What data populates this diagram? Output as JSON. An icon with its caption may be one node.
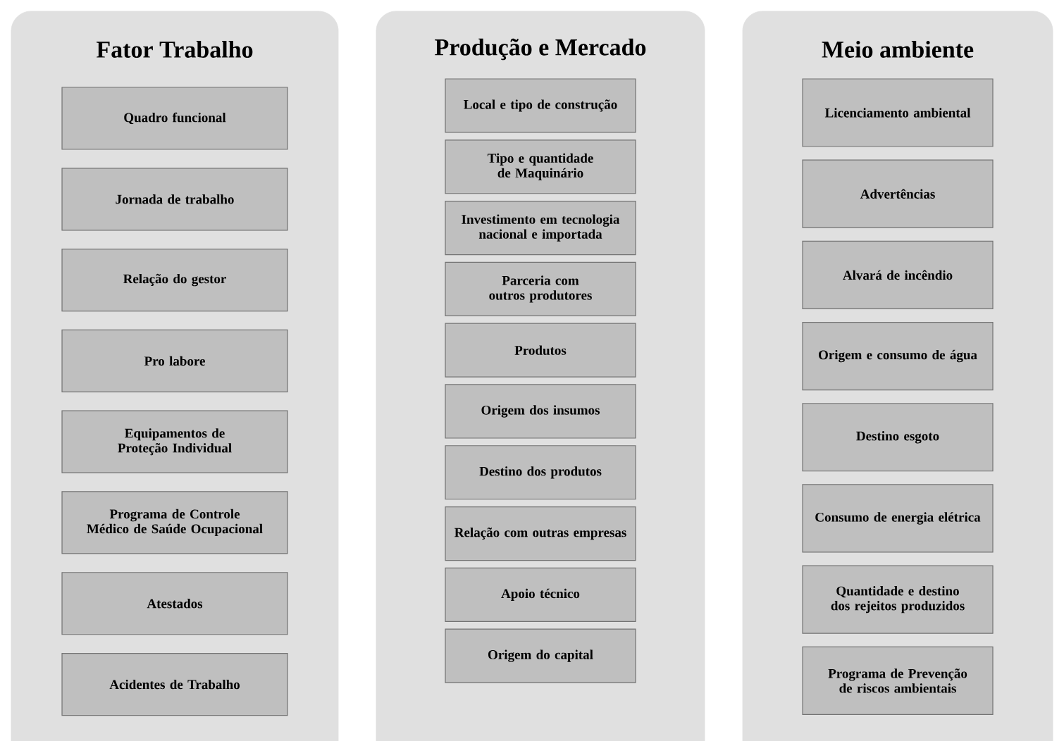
{
  "diagram": {
    "nodes": [
      {
        "text": [
          "Fator Trabalho"
        ]
      },
      {
        "text": [
          "Quadro funcional"
        ],
        "in": 0
      },
      {
        "text": [
          "Jornada de trabalho"
        ],
        "in": 0
      },
      {
        "text": [
          "Relação do gestor"
        ],
        "in": 0
      },
      {
        "text": [
          "Pro labore"
        ],
        "in": 0
      },
      {
        "text": [
          "Equipamentos de Proteção Individual"
        ],
        "in": 0
      },
      {
        "text": [
          "Programa de Controle Médico de Saúde Ocupacional"
        ],
        "in": 0
      },
      {
        "text": [
          "Atestados"
        ],
        "in": 0
      },
      {
        "text": [
          "Acidentes de Trabalho"
        ],
        "in": 0
      },
      {
        "text": [
          "Produção e Mercado"
        ]
      },
      {
        "text": [
          "Local e tipo de construção"
        ],
        "in": 9
      },
      {
        "text": [
          "Tipo e quantidade de Maquinário"
        ],
        "in": 9
      },
      {
        "text": [
          "Investimento em tecnologia nacional e importada"
        ],
        "in": 9
      },
      {
        "text": [
          "Parceria com outros produtores"
        ],
        "in": 9
      },
      {
        "text": [
          "Produtos"
        ],
        "in": 9
      },
      {
        "text": [
          "Origem dos insumos"
        ],
        "in": 9
      },
      {
        "text": [
          "Destino dos produtos"
        ],
        "in": 9
      },
      {
        "text": [
          "Relação com outras empresas"
        ],
        "in": 9
      },
      {
        "text": [
          "Apoio técnico"
        ],
        "in": 9
      },
      {
        "text": [
          "Origem do capital"
        ],
        "in": 9
      },
      {
        "text": [
          "Meio ambiente"
        ]
      },
      {
        "text": [
          "Licenciamento ambiental"
        ],
        "in": 20
      },
      {
        "text": [
          "Advertências"
        ],
        "in": 20
      },
      {
        "text": [
          "Alvará de incêndio"
        ],
        "in": 20
      },
      {
        "text": [
          "Origem e consumo de água"
        ],
        "in": 20
      },
      {
        "text": [
          "Destino esgoto"
        ],
        "in": 20
      },
      {
        "text": [
          "Consumo de energia elétrica"
        ],
        "in": 20
      },
      {
        "text": [
          "Quantidade e destino dos rejeitos produzidos"
        ],
        "in": 20
      },
      {
        "text": [
          "Programa de Prevenção de riscos ambientais"
        ],
        "in": 20
      }
    ]
  }
}
